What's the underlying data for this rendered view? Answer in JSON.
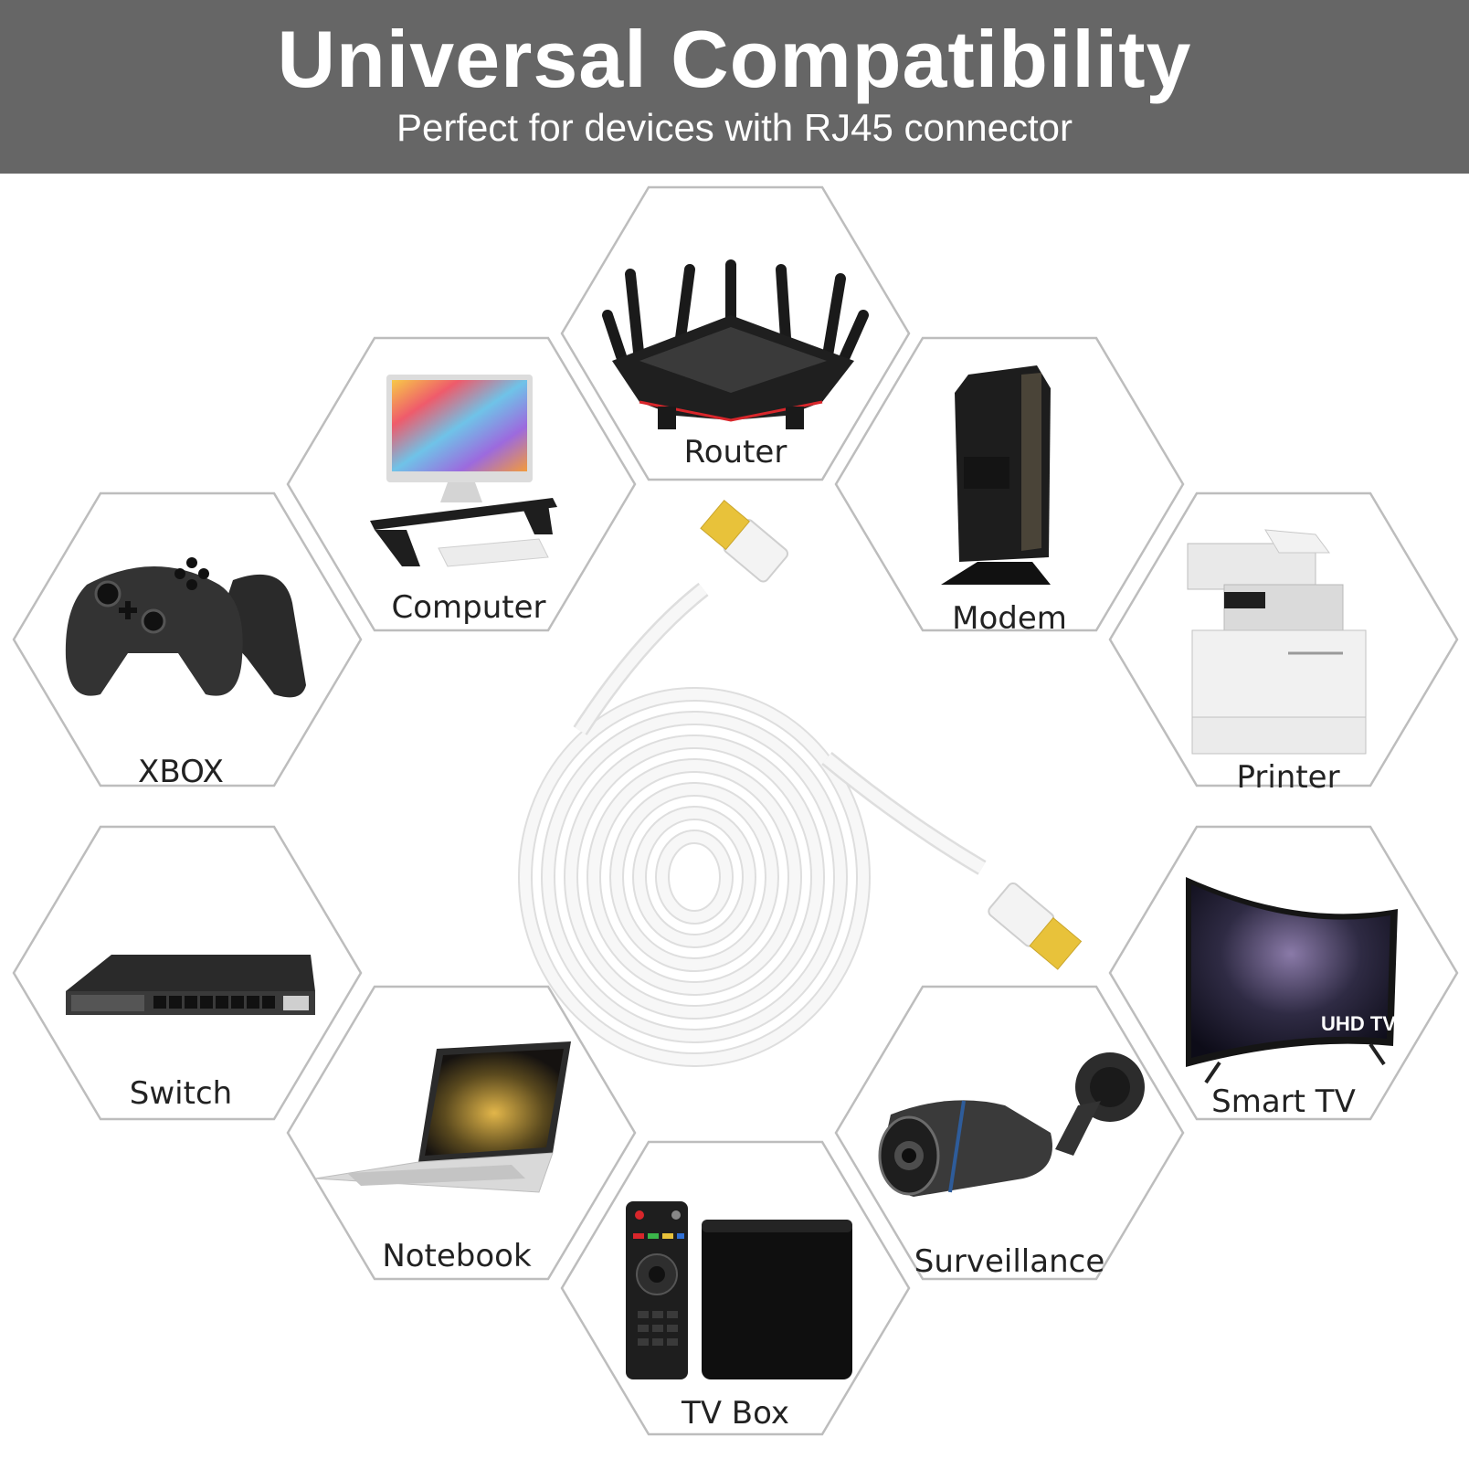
{
  "header": {
    "title": "Universal Compatibility",
    "subtitle": "Perfect for devices with RJ45 connector"
  },
  "devices": {
    "router": "Router",
    "computer": "Computer",
    "modem": "Modem",
    "xbox": "XBOX",
    "printer": "Printer",
    "switch": "Switch",
    "smart_tv": "Smart TV",
    "notebook": "Notebook",
    "surveillance": "Surveillance",
    "tv_box": "TV Box"
  },
  "tv_badge": "UHD TV",
  "colors": {
    "banner": "#666666",
    "hex_border": "#bdbdbd",
    "connector_gold": "#e8c23a",
    "cable": "#f7f7f7"
  }
}
